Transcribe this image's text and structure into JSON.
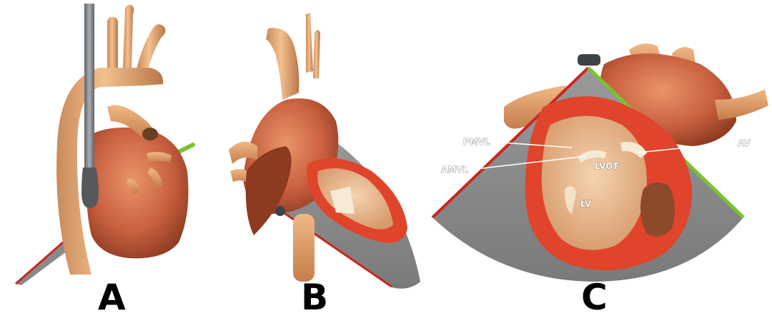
{
  "panels": {
    "a": {
      "letter": "A"
    },
    "b": {
      "letter": "B"
    },
    "c": {
      "letter": "C",
      "labels": {
        "pmvl": "PMVL",
        "amvl": "AMVL",
        "lvot": "LVOT",
        "lv": "LV",
        "av": "AV"
      }
    }
  },
  "colors": {
    "heart_tissue": "#d9784f",
    "vessel": "#e8a874",
    "myocardium_cut": "#e0442a",
    "scan_plane": "#8a8a8a",
    "plane_edge_red": "#c8281e",
    "plane_edge_green": "#7ac231",
    "probe": "#7d8287"
  }
}
